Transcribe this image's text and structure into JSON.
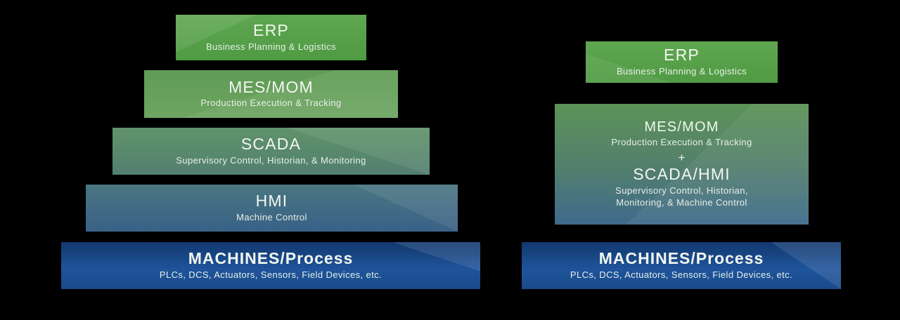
{
  "slide": {
    "background": "#000000",
    "description": "Two industrial automation hierarchy stacks (ISA-95 style): five-level pyramid on left, consolidated three-level stack on right"
  },
  "colors": {
    "erp_green": "#54a046",
    "mes_green": "#66a05b",
    "scada_sage": "#5a8a6d",
    "hmi_teal": "#416b83",
    "machines_blue": "#1b4f92",
    "combined_green_to_blue_top": "#5c9357",
    "combined_green_to_blue_bottom": "#3f6a8c",
    "text": "#f2f6f0"
  },
  "left_pyramid": {
    "levels": [
      {
        "title": "ERP",
        "subtitle": "Business Planning & Logistics"
      },
      {
        "title": "MES/MOM",
        "subtitle": "Production Execution & Tracking"
      },
      {
        "title": "SCADA",
        "subtitle": "Supervisory Control, Historian, & Monitoring"
      },
      {
        "title": "HMI",
        "subtitle": "Machine Control"
      },
      {
        "title": "MACHINES/Process",
        "subtitle": "PLCs, DCS, Actuators, Sensors, Field Devices, etc."
      }
    ]
  },
  "right_stack": {
    "erp": {
      "title": "ERP",
      "subtitle": "Business Planning & Logistics"
    },
    "combined": {
      "title_top": "MES/MOM",
      "subtitle_top": "Production Execution & Tracking",
      "plus": "+",
      "title_bottom": "SCADA/HMI",
      "subtitle_bottom_line1": "Supervisory Control, Historian,",
      "subtitle_bottom_line2": "Monitoring, & Machine Control"
    },
    "machines": {
      "title": "MACHINES/Process",
      "subtitle": "PLCs, DCS, Actuators, Sensors, Field Devices, etc."
    }
  }
}
